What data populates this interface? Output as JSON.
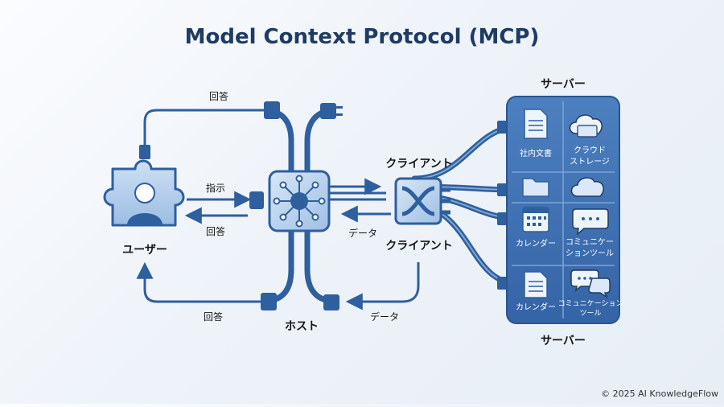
{
  "title": "Model Context Protocol (MCP)",
  "user_label": "ユーザー",
  "host_label": "ホスト",
  "arrows": {
    "instruction": "指示",
    "answer_top": "回答",
    "answer_mid": "回答",
    "answer_bottom": "回答",
    "data_mid": "データ",
    "data_bottom": "データ"
  },
  "clients": [
    "クライアント",
    "クライアント"
  ],
  "servers": {
    "top_label": "サーバー",
    "bottom_label": "サーバー",
    "tiles": [
      {
        "icon": "document-icon",
        "label": [
          "社内文書"
        ]
      },
      {
        "icon": "cloud-folder-icon",
        "label": [
          "クラウド",
          "ストレージ"
        ]
      },
      {
        "icon": "folder-icon",
        "label": []
      },
      {
        "icon": "cloud-icon",
        "label": []
      },
      {
        "icon": "calendar-icon",
        "label": [
          "カレンダー"
        ]
      },
      {
        "icon": "chat-bubble-icon",
        "label": [
          "コミュニケー",
          "ションツール"
        ]
      },
      {
        "icon": "document-icon",
        "label": [
          "カレンダー"
        ]
      },
      {
        "icon": "chat-bubbles-icon",
        "label": [
          "コミュニケーション",
          "ツール"
        ]
      }
    ]
  },
  "copyright": "© 2025 AI KnowledgeFlow",
  "colors": {
    "primary": "#2e5f9e",
    "primary_dark": "#1f3b63",
    "panel": "#3d6fb0",
    "accent_light": "#b9d2ee"
  }
}
